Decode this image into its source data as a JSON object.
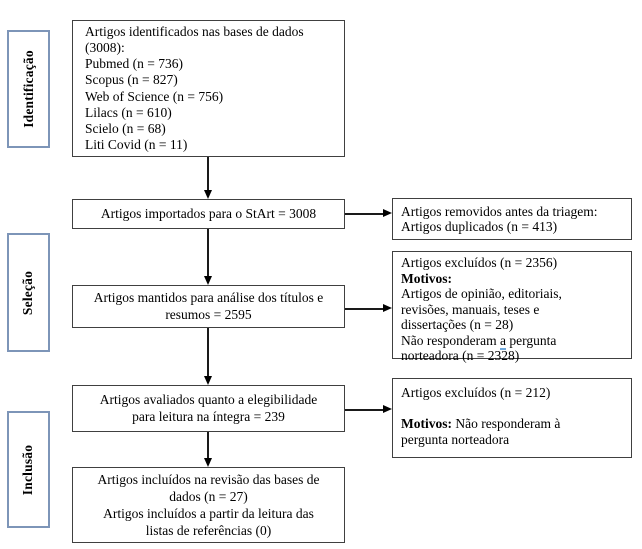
{
  "diagram": {
    "stage_labels": [
      {
        "label": "Identificação"
      },
      {
        "label": "Seleção"
      },
      {
        "label": "Inclusão"
      }
    ],
    "main_boxes": {
      "identified": {
        "lines": [
          "Artigos identificados nas bases de dados",
          "(3008):",
          "Pubmed (n = 736)",
          "Scopus (n = 827)",
          "Web of Science (n = 756)",
          "Lilacs (n = 610)",
          "Scielo (n = 68)",
          "Liti Covid (n = 11)"
        ]
      },
      "imported": {
        "lines": [
          "Artigos importados para o StArt = 3008"
        ]
      },
      "screened": {
        "lines": [
          "Artigos mantidos para análise dos títulos e",
          "resumos = 2595"
        ]
      },
      "eligibility": {
        "lines": [
          "Artigos avaliados quanto a elegibilidade",
          "para leitura na íntegra = 239"
        ]
      },
      "included": {
        "lines": [
          "Artigos incluídos na revisão das bases de",
          "dados (n = 27)",
          "Artigos incluídos a partir da leitura das",
          "listas de referências (0)"
        ]
      }
    },
    "side_boxes": {
      "removed": {
        "lines": [
          "Artigos removidos antes da triagem:",
          "Artigos duplicados (n = 413)"
        ]
      },
      "excluded_screening": {
        "line0": "Artigos excluídos (n = 2356)",
        "motivos_label": "Motivos:",
        "line2": "Artigos de opinião, editoriais,",
        "line3": "revisões, manuais, teses e",
        "line4": "dissertações (n = 28)",
        "line5_pre": "Não responderam ",
        "line5_marked": "a",
        "line5_post": " pergunta",
        "line6": "norteadora (n = 2328)"
      },
      "excluded_eligibility": {
        "line0": "Artigos excluídos (n = 212)",
        "line1": "",
        "motivos_label": "Motivos:",
        "line2_rest": " Não responderam à",
        "line3": "pergunta norteadora"
      }
    },
    "colors": {
      "stage_border": "#7d95b8",
      "box_border": "#404040",
      "connector": "#000000",
      "grammar_mark": "#6fa8dc",
      "text": "#000000",
      "background": "#ffffff"
    }
  }
}
